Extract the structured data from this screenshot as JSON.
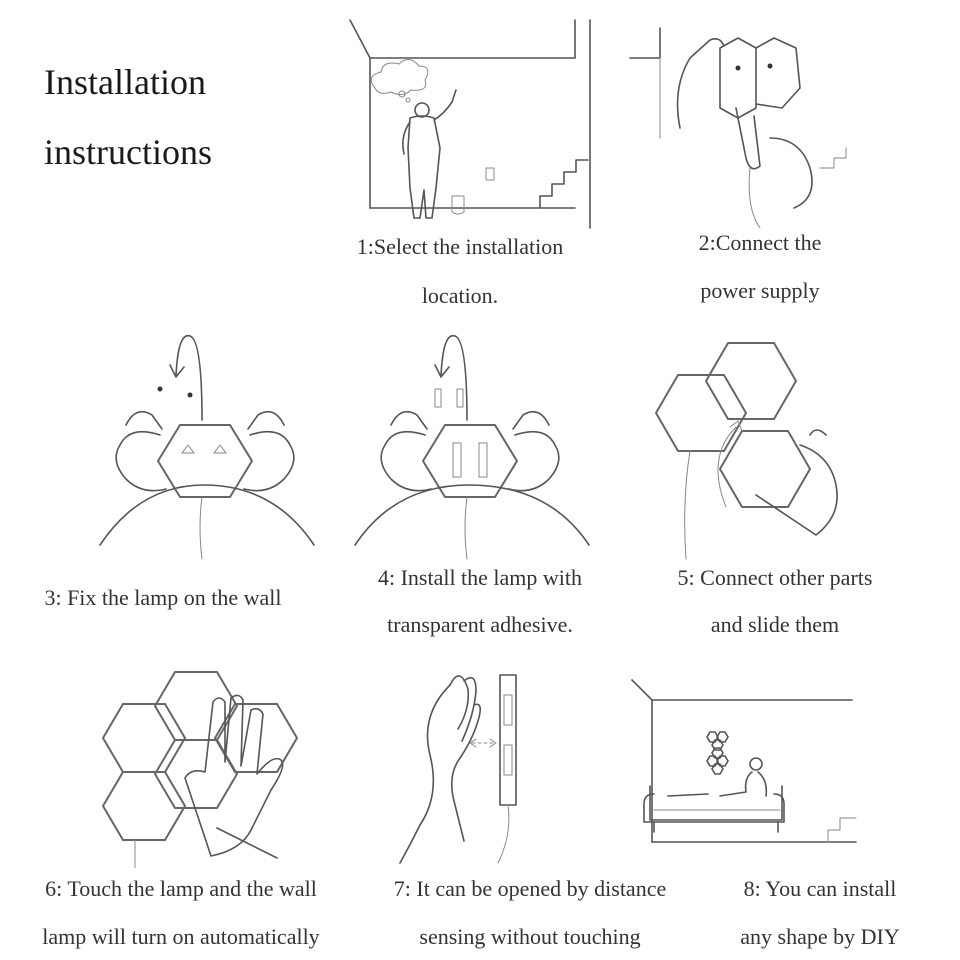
{
  "header": {
    "title_line1": "Installation",
    "title_line2": "instructions"
  },
  "steps": [
    {
      "line1": "1:Select the installation",
      "line2": "location.",
      "icon": "person-pointing-at-wall-icon"
    },
    {
      "line1": "2:Connect the",
      "line2": "power supply",
      "icon": "plug-connector-icon"
    },
    {
      "line1": "3: Fix the lamp on the wall",
      "line2": "",
      "icon": "hands-holding-lamp-icon"
    },
    {
      "line1": "4: Install the lamp with",
      "line2": "transparent adhesive.",
      "icon": "adhesive-strips-icon"
    },
    {
      "line1": "5: Connect other parts",
      "line2": "and slide them",
      "icon": "hexagon-slide-icon"
    },
    {
      "line1": "6: Touch the lamp and the wall",
      "line2": "lamp will turn on automatically",
      "icon": "hand-touching-hexagons-icon"
    },
    {
      "line1": "7: It can be opened by distance",
      "line2": "sensing without touching",
      "icon": "hand-sensing-icon"
    },
    {
      "line1": "8: You can install",
      "line2": "any shape by DIY",
      "icon": "living-room-icon"
    }
  ]
}
